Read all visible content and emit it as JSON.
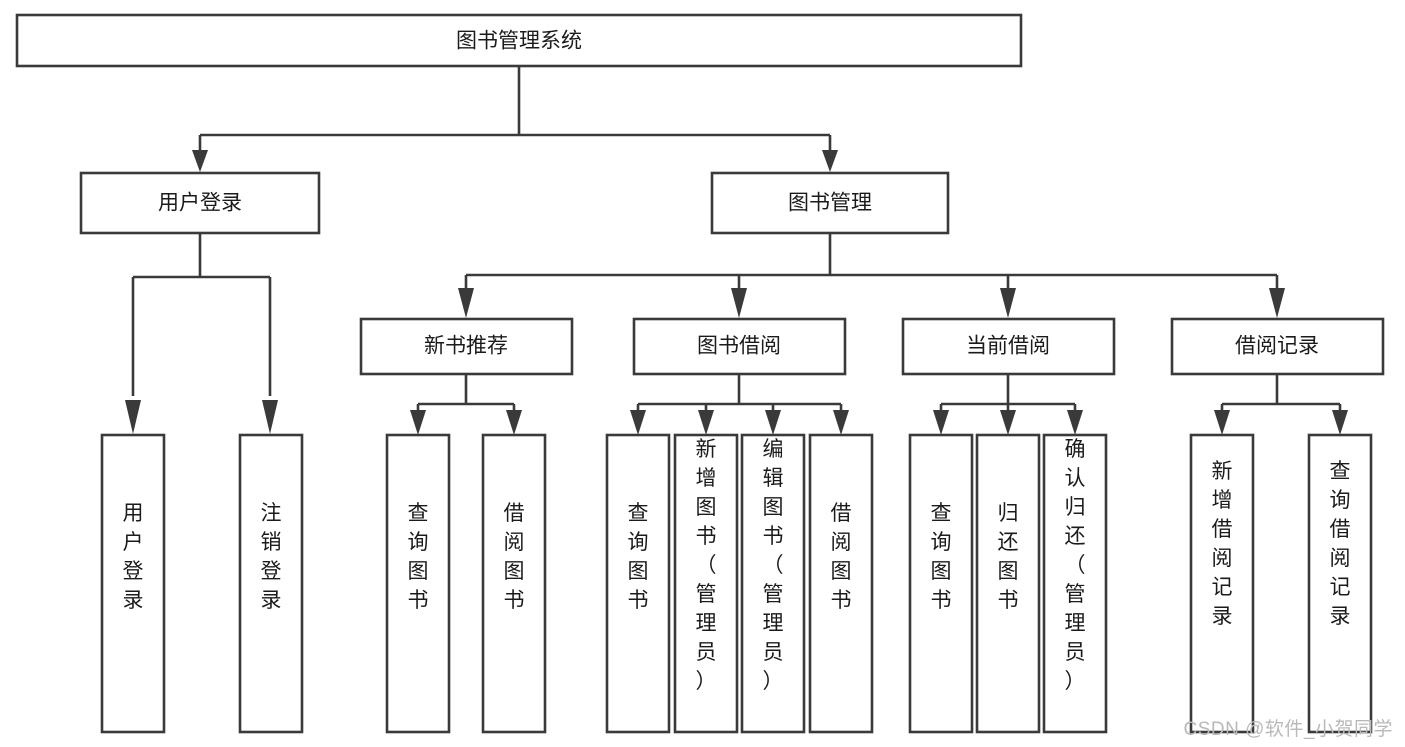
{
  "diagram": {
    "title": "图书管理系统",
    "type": "tree",
    "watermark": "CSDN @软件_小贺同学",
    "colors": {
      "stroke": "#3a3a3a",
      "fill": "#ffffff",
      "text": "#1b1b1b",
      "watermark": "#b9b9b9"
    },
    "root": {
      "label": "图书管理系统"
    },
    "level2": [
      {
        "label": "用户登录"
      },
      {
        "label": "图书管理"
      }
    ],
    "level3": [
      {
        "label": "新书推荐"
      },
      {
        "label": "图书借阅"
      },
      {
        "label": "当前借阅"
      },
      {
        "label": "借阅记录"
      }
    ],
    "leaves": {
      "user_login": [
        {
          "label": "用户登录"
        },
        {
          "label": "注销登录"
        }
      ],
      "new_book": [
        {
          "label": "查询图书"
        },
        {
          "label": "借阅图书"
        }
      ],
      "book_borrow": [
        {
          "label": "查询图书"
        },
        {
          "label": "新增图书（管理员）"
        },
        {
          "label": "编辑图书（管理员）"
        },
        {
          "label": "借阅图书"
        }
      ],
      "current_borrow": [
        {
          "label": "查询图书"
        },
        {
          "label": "归还图书"
        },
        {
          "label": "确认归还（管理员）"
        }
      ],
      "borrow_record": [
        {
          "label": "新增借阅记录"
        },
        {
          "label": "查询借阅记录"
        }
      ]
    }
  }
}
